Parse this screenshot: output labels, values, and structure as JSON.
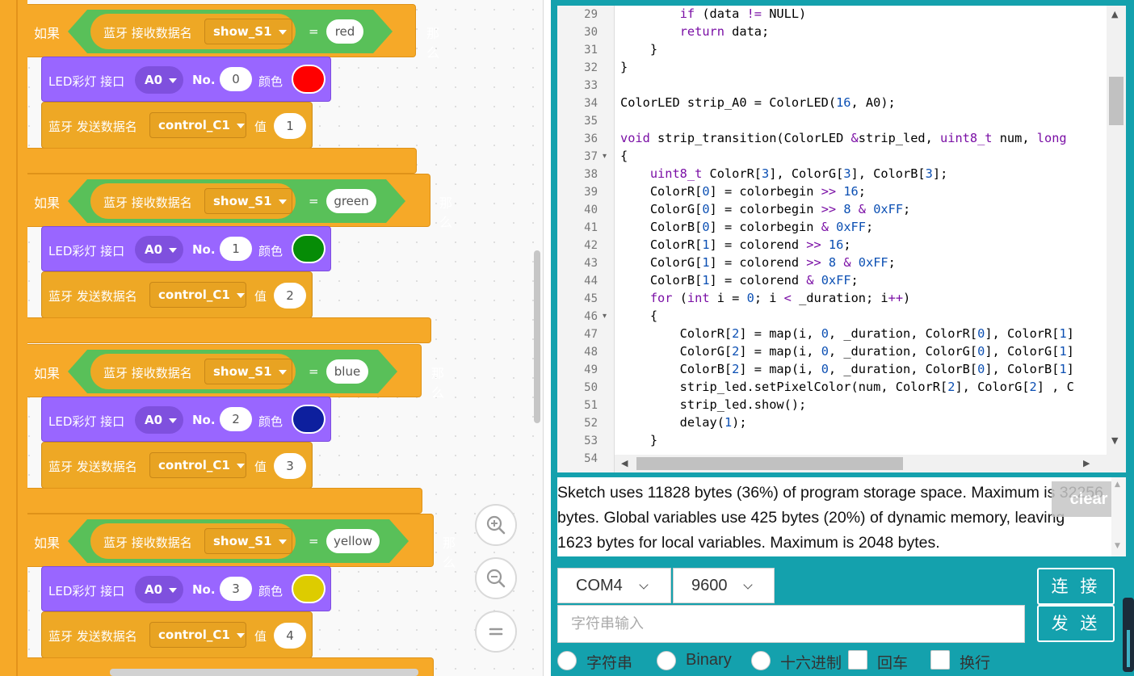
{
  "blocks": {
    "groups": [
      {
        "if_label": "如果",
        "condition_label": "蓝牙 接收数据名",
        "condition_dropdown": "show_S1",
        "operator": "=",
        "compare_value": "red",
        "then_label": "那么",
        "led_label": "LED彩灯 接口",
        "led_port": "A0",
        "led_no_label": "No.",
        "led_index": "0",
        "led_color_label": "颜色",
        "led_color": "#ff0000",
        "send_label": "蓝牙 发送数据名",
        "send_dropdown": "control_C1",
        "send_value_label": "值",
        "send_value": "1"
      },
      {
        "if_label": "如果",
        "condition_label": "蓝牙 接收数据名",
        "condition_dropdown": "show_S1",
        "operator": "=",
        "compare_value": "green",
        "then_label": "那么",
        "led_label": "LED彩灯 接口",
        "led_port": "A0",
        "led_no_label": "No.",
        "led_index": "1",
        "led_color_label": "颜色",
        "led_color": "#068c06",
        "send_label": "蓝牙 发送数据名",
        "send_dropdown": "control_C1",
        "send_value_label": "值",
        "send_value": "2"
      },
      {
        "if_label": "如果",
        "condition_label": "蓝牙 接收数据名",
        "condition_dropdown": "show_S1",
        "operator": "=",
        "compare_value": "blue",
        "then_label": "那么",
        "led_label": "LED彩灯 接口",
        "led_port": "A0",
        "led_no_label": "No.",
        "led_index": "2",
        "led_color_label": "颜色",
        "led_color": "#0d1f9e",
        "send_label": "蓝牙 发送数据名",
        "send_dropdown": "control_C1",
        "send_value_label": "值",
        "send_value": "3"
      },
      {
        "if_label": "如果",
        "condition_label": "蓝牙 接收数据名",
        "condition_dropdown": "show_S1",
        "operator": "=",
        "compare_value": "yellow",
        "then_label": "那么",
        "led_label": "LED彩灯 接口",
        "led_port": "A0",
        "led_no_label": "No.",
        "led_index": "3",
        "led_color_label": "颜色",
        "led_color": "#ddcc00",
        "send_label": "蓝牙 发送数据名",
        "send_dropdown": "control_C1",
        "send_value_label": "值",
        "send_value": "4"
      }
    ],
    "zoom_buttons": [
      "zoom-in-icon",
      "zoom-out-icon",
      "zoom-reset-icon"
    ]
  },
  "editor": {
    "line_numbers": [
      "29",
      "30",
      "31",
      "32",
      "33",
      "34",
      "35",
      "36",
      "37",
      "38",
      "39",
      "40",
      "41",
      "42",
      "43",
      "44",
      "45",
      "46",
      "47",
      "48",
      "49",
      "50",
      "51",
      "52",
      "53",
      "54"
    ],
    "fold_markers": [
      "37",
      "46"
    ],
    "lines": [
      "        if (data != NULL)",
      "        return data;",
      "    }",
      "}",
      "",
      "ColorLED strip_A0 = ColorLED(16, A0);",
      "",
      "void strip_transition(ColorLED &strip_led, uint8_t num, long",
      "{",
      "    uint8_t ColorR[3], ColorG[3], ColorB[3];",
      "    ColorR[0] = colorbegin >> 16;",
      "    ColorG[0] = colorbegin >> 8 & 0xFF;",
      "    ColorB[0] = colorbegin & 0xFF;",
      "    ColorR[1] = colorend >> 16;",
      "    ColorG[1] = colorend >> 8 & 0xFF;",
      "    ColorB[1] = colorend & 0xFF;",
      "    for (int i = 0; i < _duration; i++)",
      "    {",
      "        ColorR[2] = map(i, 0, _duration, ColorR[0], ColorR[1]",
      "        ColorG[2] = map(i, 0, _duration, ColorG[0], ColorG[1]",
      "        ColorB[2] = map(i, 0, _duration, ColorB[0], ColorB[1]",
      "        strip_led.setPixelColor(num, ColorR[2], ColorG[2] , C",
      "        strip_led.show();",
      "        delay(1);",
      "    }",
      ""
    ]
  },
  "output": {
    "text": "Sketch uses 11828 bytes (36%) of program storage space. Maximum is 32256 bytes. Global variables use 425 bytes (20%) of dynamic memory, leaving 1623 bytes for local variables. Maximum is 2048 bytes.",
    "clear_label": "clear"
  },
  "serial": {
    "port": "COM4",
    "baud": "9600",
    "connect_label": "连 接",
    "send_label": "发 送",
    "input_placeholder": "字符串输入",
    "radio_options": [
      "字符串",
      "Binary",
      "十六进制"
    ],
    "checkbox_options": [
      "回车",
      "换行"
    ]
  },
  "colors": {
    "accent": "#14a1ad",
    "control_orange": "#f6a928",
    "led_purple": "#9966ff",
    "operator_green": "#59c059"
  }
}
